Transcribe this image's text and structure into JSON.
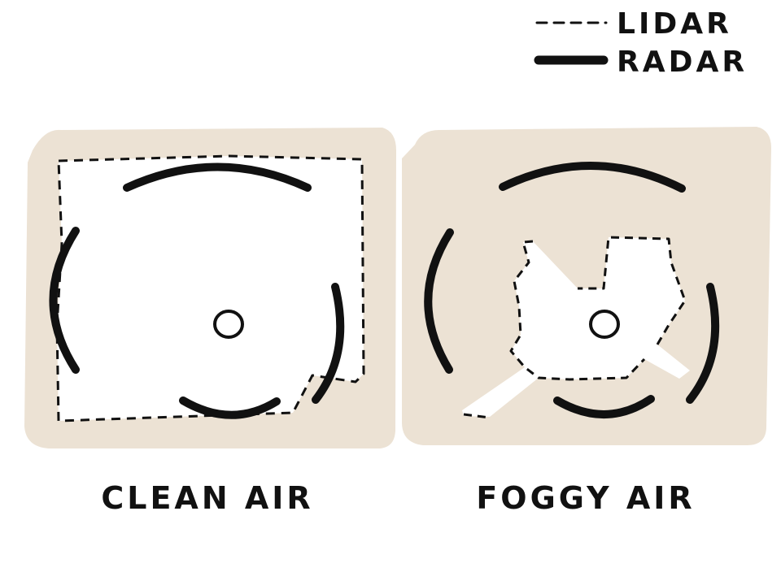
{
  "colors": {
    "panel_fill": "#ece2d4",
    "scan_fill": "#ffffff",
    "ink": "#111111"
  },
  "legend": {
    "lidar_label": "LIDAR",
    "radar_label": "RADAR",
    "lidar_icon": "dashed-line",
    "radar_icon": "solid-line"
  },
  "panels": {
    "left": {
      "caption": "CLEAN AIR"
    },
    "right": {
      "caption": "FOGGY AIR"
    }
  }
}
